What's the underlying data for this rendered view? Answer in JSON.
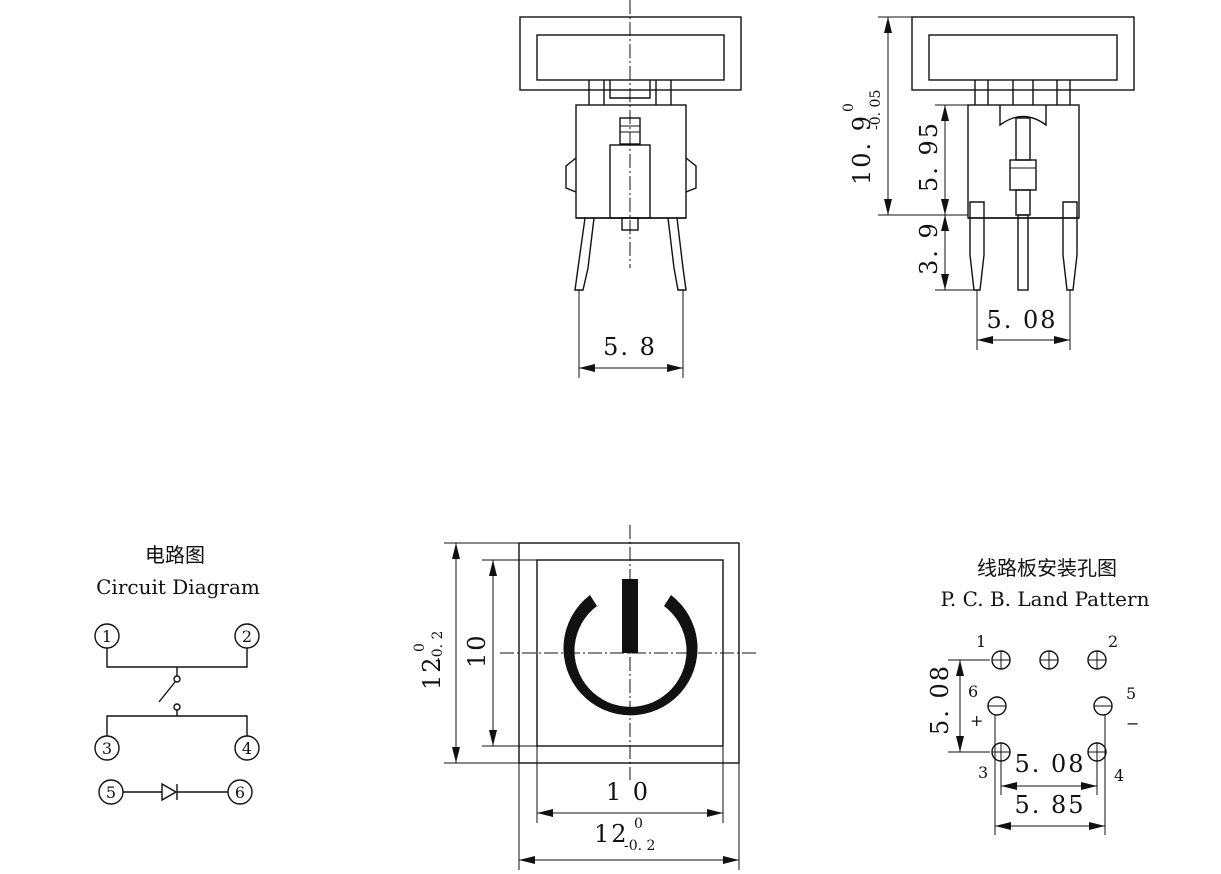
{
  "dims": {
    "front_width": "5. 8",
    "side_height_main": "10. 9",
    "side_height_tol_upper": "0",
    "side_height_tol_lower": "-0. 05",
    "side_body": "5. 95",
    "side_pin": "3. 9",
    "side_pitch": "5. 08",
    "top_inner_h": "10",
    "top_outer_h": "12",
    "top_outer_h_tol_upper": "0",
    "top_outer_h_tol_lower": "-0. 2",
    "top_inner_w": "1 0",
    "top_outer_w": "12",
    "top_outer_w_tol_upper": "0",
    "top_outer_w_tol_lower": "-0. 2"
  },
  "circuit": {
    "title_cn": "电路图",
    "title_en": "Circuit  Diagram",
    "pins": [
      "1",
      "2",
      "3",
      "4",
      "5",
      "6"
    ]
  },
  "pcb": {
    "title_cn": "线路板安装孔图",
    "title_en": "P. C. B. Land  Pattern",
    "pin1": "1",
    "pin2": "2",
    "pin3": "3",
    "pin4": "4",
    "pin5": "5",
    "pin6": "6",
    "plus": "+",
    "minus": "−",
    "dim_vertical": "5. 08",
    "dim_inner": "5. 08",
    "dim_outer": "5. 85"
  }
}
